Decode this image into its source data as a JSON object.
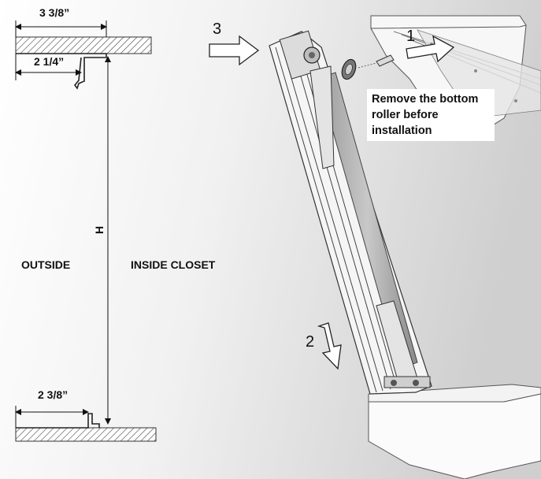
{
  "dimensions": {
    "top_width": "3 3/8”",
    "top_inner": "2 1/4”",
    "height": "H",
    "bottom_width": "2 3/8”"
  },
  "labels": {
    "outside": "OUTSIDE",
    "inside": "INSIDE CLOSET"
  },
  "steps": {
    "one": "1",
    "two": "2",
    "three": "3"
  },
  "note": {
    "line1": "Remove the bottom",
    "line2": "roller before",
    "line3": "installation"
  }
}
